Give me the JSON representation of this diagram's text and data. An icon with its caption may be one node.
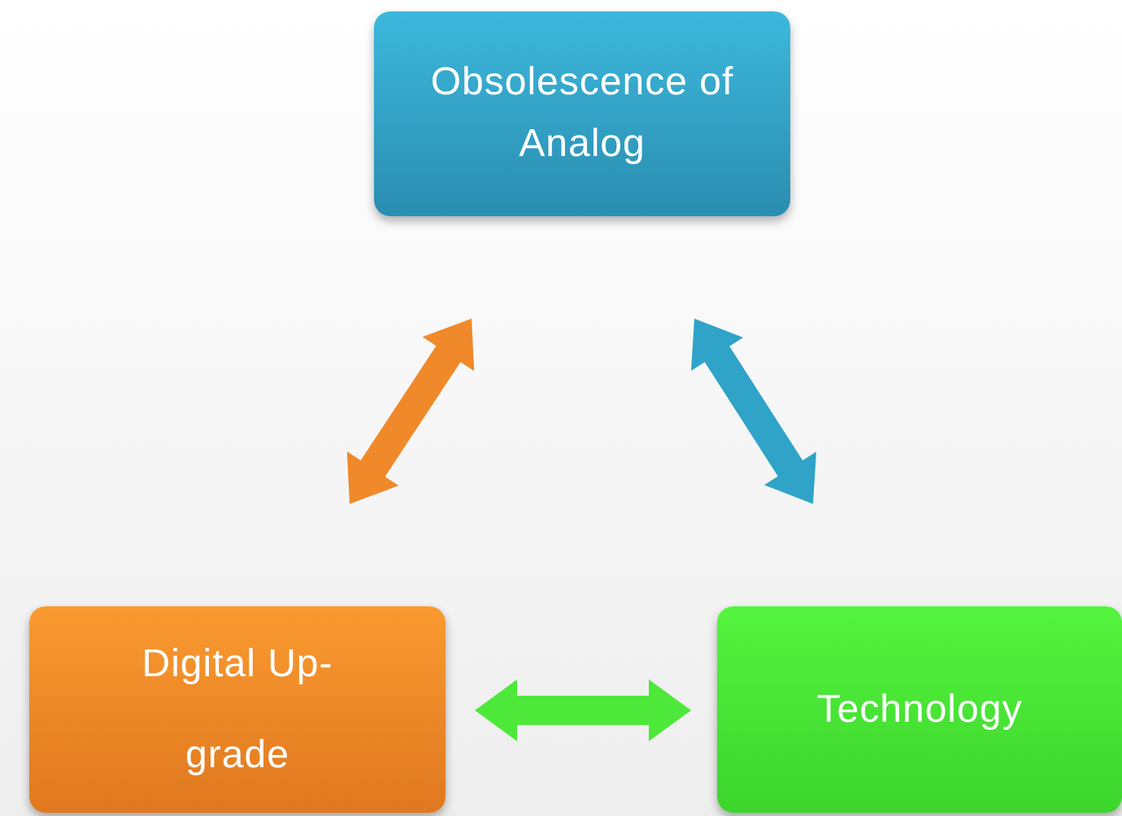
{
  "diagram": {
    "nodes": [
      {
        "text": [
          "Obsolescence of Analog"
        ]
      },
      {
        "text": [
          "Digital Up-grade"
        ]
      },
      {
        "text": [
          "Technology"
        ]
      }
    ],
    "edges": [
      {
        "from": 0,
        "to": 1,
        "arrow": "both",
        "style": "thick",
        "color": "#f0892a"
      },
      {
        "from": 0,
        "to": 2,
        "arrow": "both",
        "style": "thick",
        "color": "#2fa3c8"
      },
      {
        "from": 1,
        "to": 2,
        "arrow": "both",
        "style": "thick",
        "color": "#4ee83a"
      }
    ]
  }
}
